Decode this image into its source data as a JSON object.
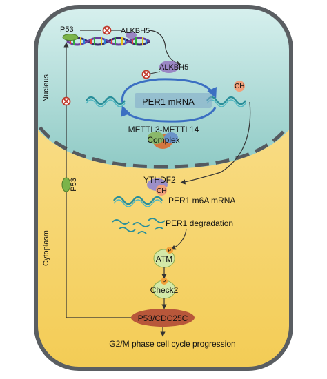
{
  "compartments": {
    "nucleus": "Nucleus",
    "cytoplasm": "Cytoplasm"
  },
  "labels": {
    "p53_top": "P53",
    "alkbh5_top": "ALKBH5",
    "alkbh5_mid": "ALKBH5",
    "per1_mrna": "PER1 mRNA",
    "ch_right": "CH",
    "mettl_line1": "METTL3-METTL14",
    "mettl_line2": "Complex",
    "ythdf2": "YTHDF2",
    "ch_ythdf2": "CH",
    "per1_m6a": "PER1 m6A mRNA",
    "p53_side": "P53",
    "per1_degradation": "PER1 degradation",
    "atm": "ATM",
    "atm_p": "P",
    "check2": "Check2",
    "check2_p": "P",
    "p53_cdc25c": "P53/CDC25C",
    "g2m": "G2/M phase cell cycle progression"
  },
  "colors": {
    "nucleus_fill": "#a9d8d2",
    "cytoplasm_fill": "#f6d77a",
    "membrane": "#555a5f",
    "arrow": "#333333",
    "inhibit": "#c0392b",
    "mrna_wave": "#2a8f9a",
    "loop_arrow": "#3b6fc2",
    "per1_box": "#7fa7c9",
    "alkbh5_blob": "#9a86c4",
    "ythdf2_blob": "#9c8fc8",
    "ch_blob": "#f1a07a",
    "p53_pill": "#7bb44a",
    "atm_fill": "#d4e9a8",
    "p_fill": "#f2a23a",
    "p53cdc_fill": "#b8573a"
  },
  "icons": [
    "inhibit-icon",
    "dna-helix-icon",
    "mrna-wave-icon",
    "circular-arrow-icon"
  ]
}
